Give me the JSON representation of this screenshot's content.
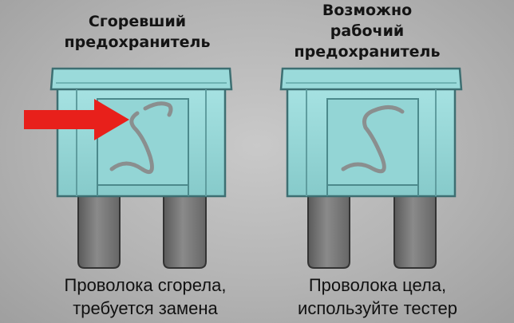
{
  "left": {
    "heading": [
      "Сгоревший",
      "предохранитель"
    ],
    "caption": [
      "Проволока сгорела,",
      "требуется замена"
    ]
  },
  "right": {
    "heading": [
      "Возможно",
      "рабочий",
      "предохранитель"
    ],
    "caption": [
      "Проволока цела,",
      "используйте тестер"
    ]
  },
  "colors": {
    "fuse_body": "#8fd3d3",
    "fuse_outline": "#4a7e80",
    "terminal": "#7a7a7a",
    "arrow": "#e8201b",
    "wire": "#8a8f8f"
  }
}
